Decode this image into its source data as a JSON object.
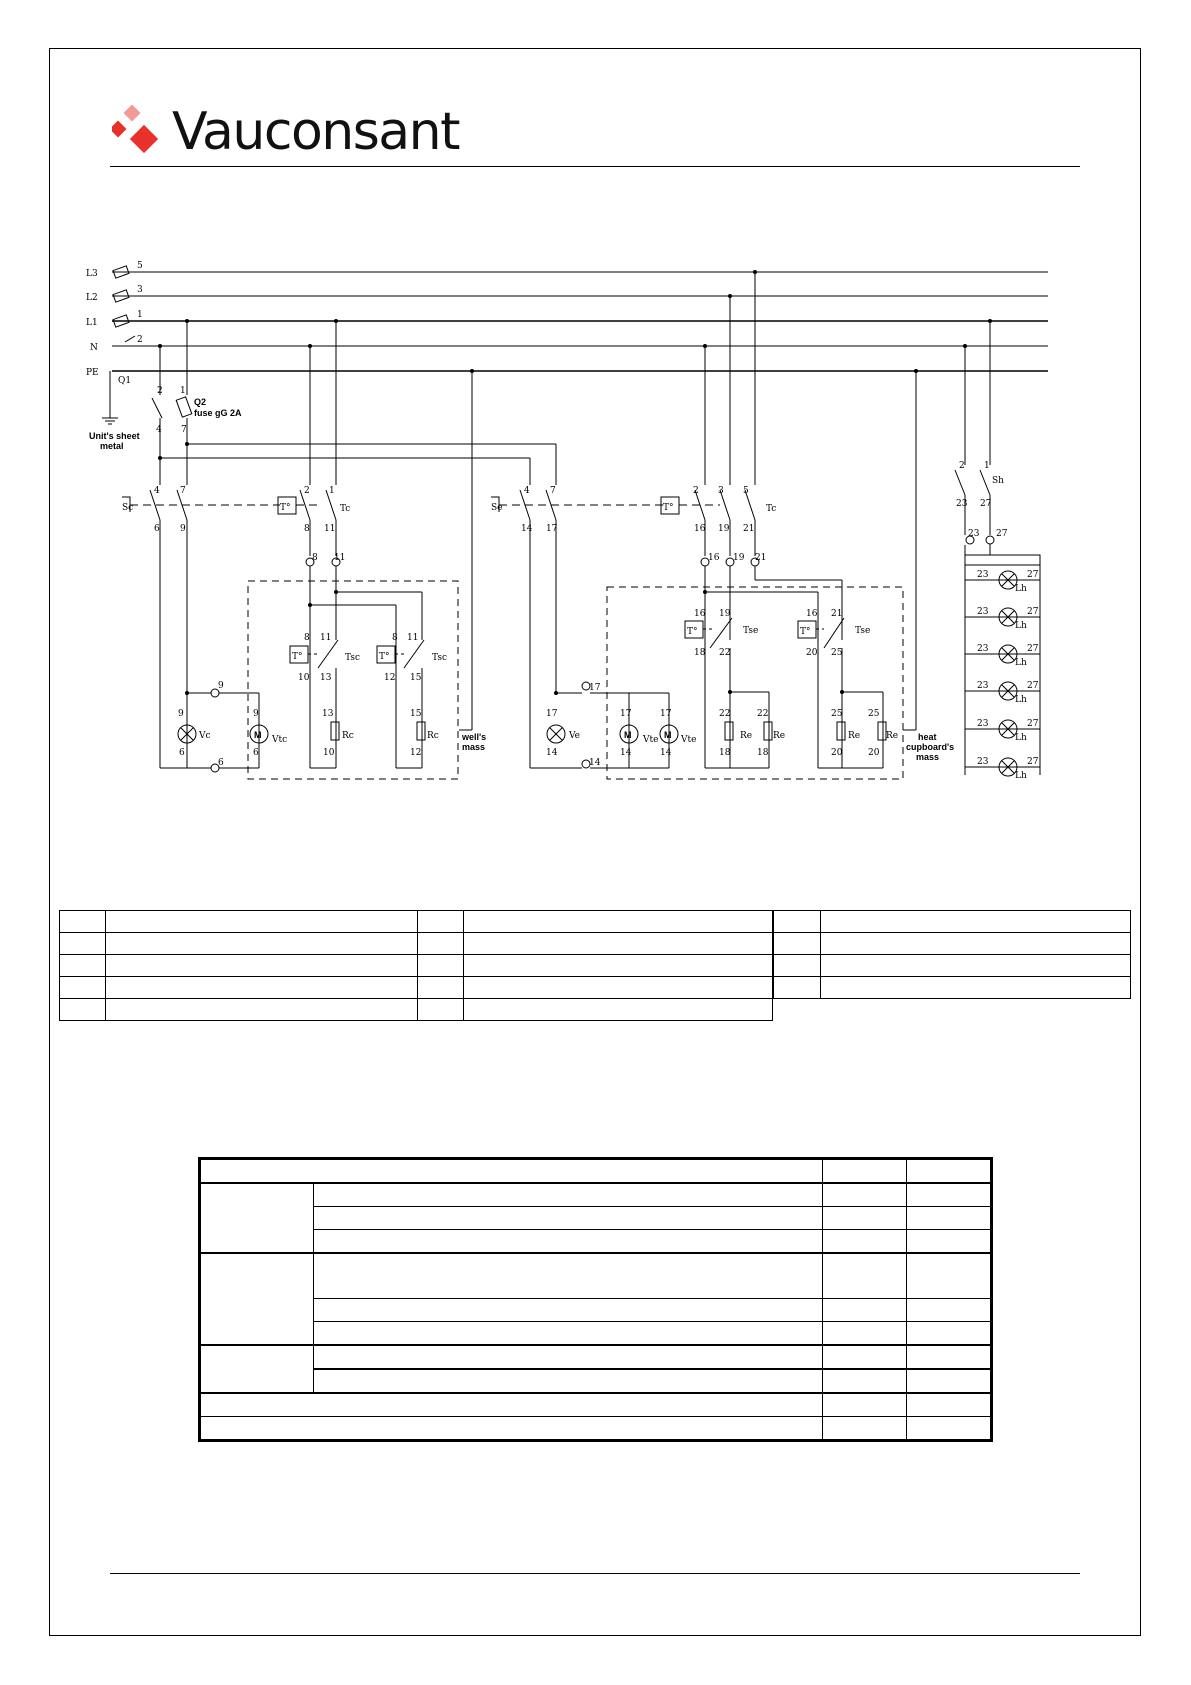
{
  "brand": {
    "name": "Vauconsant",
    "logo_colors": [
      "#e8312a",
      "#f29a95"
    ]
  },
  "colors": {
    "line": "#000000",
    "background": "#ffffff"
  },
  "schematic": {
    "supply_lines": [
      "L3",
      "L2",
      "L1",
      "N",
      "PE"
    ],
    "supply_terminals": [
      "5",
      "3",
      "1",
      "2"
    ],
    "main_switch": "Q1",
    "fuse_id": "Q2",
    "fuse_label": "fuse gG 2A",
    "ground_label_1": "Unit's sheet",
    "ground_label_2": "metal",
    "switch_left": "Sc",
    "switch_right": "Se",
    "switch_lamp": "Sh",
    "thermostat": "T°",
    "thermostat_left_label": "Tc",
    "thermostat_right_label": "Tc",
    "safety_thermostat_left": "Tsc",
    "safety_thermostat_right": "Tse",
    "lamp_left": "Vc",
    "lamp_right": "Ve",
    "fan_left": "Vtc",
    "fan_right": "Vte",
    "heater_left": "Rc",
    "heater_right": "Re",
    "light": "Lh",
    "motor_symbol": "M",
    "wells_mass_1": "well's",
    "wells_mass_2": "mass",
    "cupboard_mass_1": "heat",
    "cupboard_mass_2": "cupboard's",
    "cupboard_mass_3": "mass",
    "wire_numbers": [
      "1",
      "2",
      "3",
      "4",
      "5",
      "6",
      "7",
      "8",
      "9",
      "10",
      "11",
      "12",
      "13",
      "14",
      "15",
      "16",
      "17",
      "18",
      "19",
      "20",
      "21",
      "22",
      "23",
      "25",
      "27"
    ]
  },
  "legend_table": {
    "rows_left": [
      "",
      "",
      "",
      "",
      ""
    ],
    "rows_middle": [
      "",
      "",
      "",
      "",
      ""
    ],
    "rows_right": [
      "",
      "",
      "",
      ""
    ]
  },
  "summary_table": {
    "header": [
      "",
      "",
      ""
    ],
    "groups": [
      {
        "label": "",
        "rows": [
          "",
          "",
          ""
        ]
      },
      {
        "label": "",
        "rows": [
          "",
          "",
          ""
        ]
      },
      {
        "label": "",
        "rows": [
          "",
          ""
        ]
      }
    ],
    "bottom_rows": [
      "",
      ""
    ]
  }
}
